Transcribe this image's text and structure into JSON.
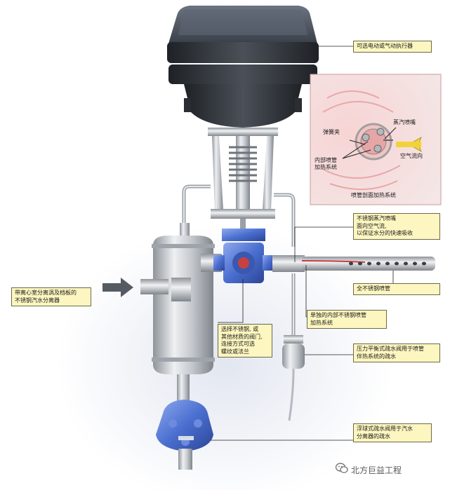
{
  "callouts": {
    "actuator": "可选电动或气动执行器",
    "separator": "带离心室分离涡及档板的\n不锈钢汽水分离器",
    "steam_nozzle": "不锈钢蒸汽喷嘴\n面向空气流,\n以保证水分的快速吸收",
    "stainless_tube": "全不锈钢喷管",
    "internal_heating": "单独的内部不锈钢喷管\n加热系统",
    "valve": "选择不锈钢, 或\n其他材质的阀门,\n连接方式可选\n螺纹或法兰",
    "pressure_trap": "压力平衡式疏水阀用于喷管\n伴热系统的疏水",
    "float_trap": "浮球式疏水阀用于汽水\n分离器的疏水"
  },
  "inset": {
    "caption": "喷管剖面加热系统",
    "spring_clip": "弹簧夹",
    "steam_nozzle": "蒸汽喷嘴",
    "internal_tube": "内部喷管\n加热系统",
    "air_flow": "空气流向"
  },
  "watermark": "北方巨益工程",
  "colors": {
    "label_bg": "#fdf6c0",
    "inset_bg": "#f4e2e2",
    "actuator": "#3b3f45",
    "valve_body": "#4a6fd0",
    "steel": "#c9ccd0",
    "arrow_yellow": "#f2d23a"
  }
}
